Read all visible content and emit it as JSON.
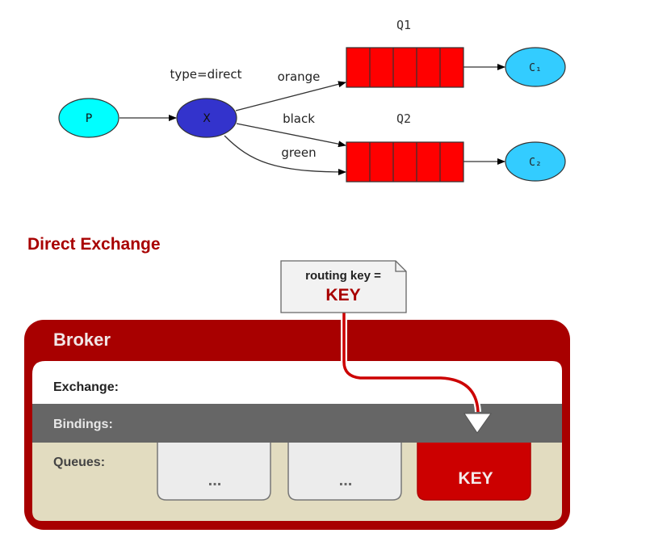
{
  "top_diagram": {
    "producer": "P",
    "exchange": "X",
    "exchange_type": "type=direct",
    "bindings": [
      "orange",
      "black",
      "green"
    ],
    "queues": [
      "Q1",
      "Q2"
    ],
    "consumers": [
      "C₁",
      "C₂"
    ],
    "colors": {
      "producer": "#00ffff",
      "exchange": "#3333cc",
      "queue": "#ff0000",
      "consumer": "#33ccff"
    }
  },
  "bottom_diagram": {
    "title": "Direct Exchange",
    "message": {
      "line1": "routing key =",
      "line2": "KEY"
    },
    "broker_label": "Broker",
    "rows": {
      "exchange": "Exchange:",
      "bindings": "Bindings:",
      "queues": "Queues:"
    },
    "queue_boxes": [
      "...",
      "...",
      "KEY"
    ],
    "colors": {
      "accent": "#a80000",
      "bindings_bar": "#666666",
      "queues_bg": "#e2dcc0",
      "key_queue": "#cc0000"
    }
  }
}
